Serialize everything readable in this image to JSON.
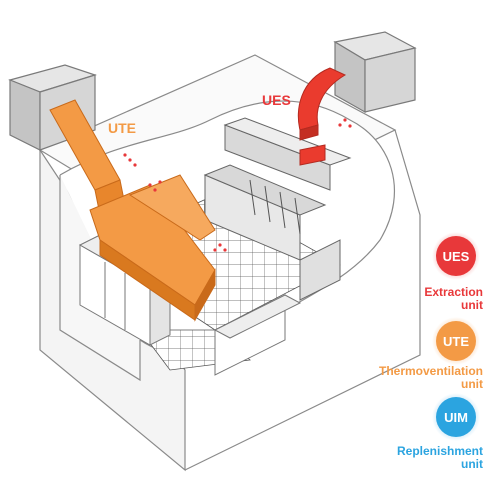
{
  "callouts": {
    "ute": "UTE",
    "ues": "UES"
  },
  "legend": [
    {
      "code": "UES",
      "line1": "Extraction",
      "line2": "unit",
      "color": "#e8383a",
      "glow": "#f7c5c5",
      "text_color": "#e8383a"
    },
    {
      "code": "UTE",
      "line1": "Thermoventilation",
      "line2": "unit",
      "color": "#f39a45",
      "glow": "#fbdcbd",
      "text_color": "#f39a45"
    },
    {
      "code": "UIM",
      "line1": "Replenishment",
      "line2": "unit",
      "color": "#2ba4e0",
      "glow": "#bfe3f6",
      "text_color": "#2ba4e0"
    }
  ],
  "colors": {
    "duct_orange": "#f39a45",
    "duct_red": "#ea3b2e",
    "outline": "#8a8a8a",
    "unit_gray": "#c9c9c9"
  }
}
